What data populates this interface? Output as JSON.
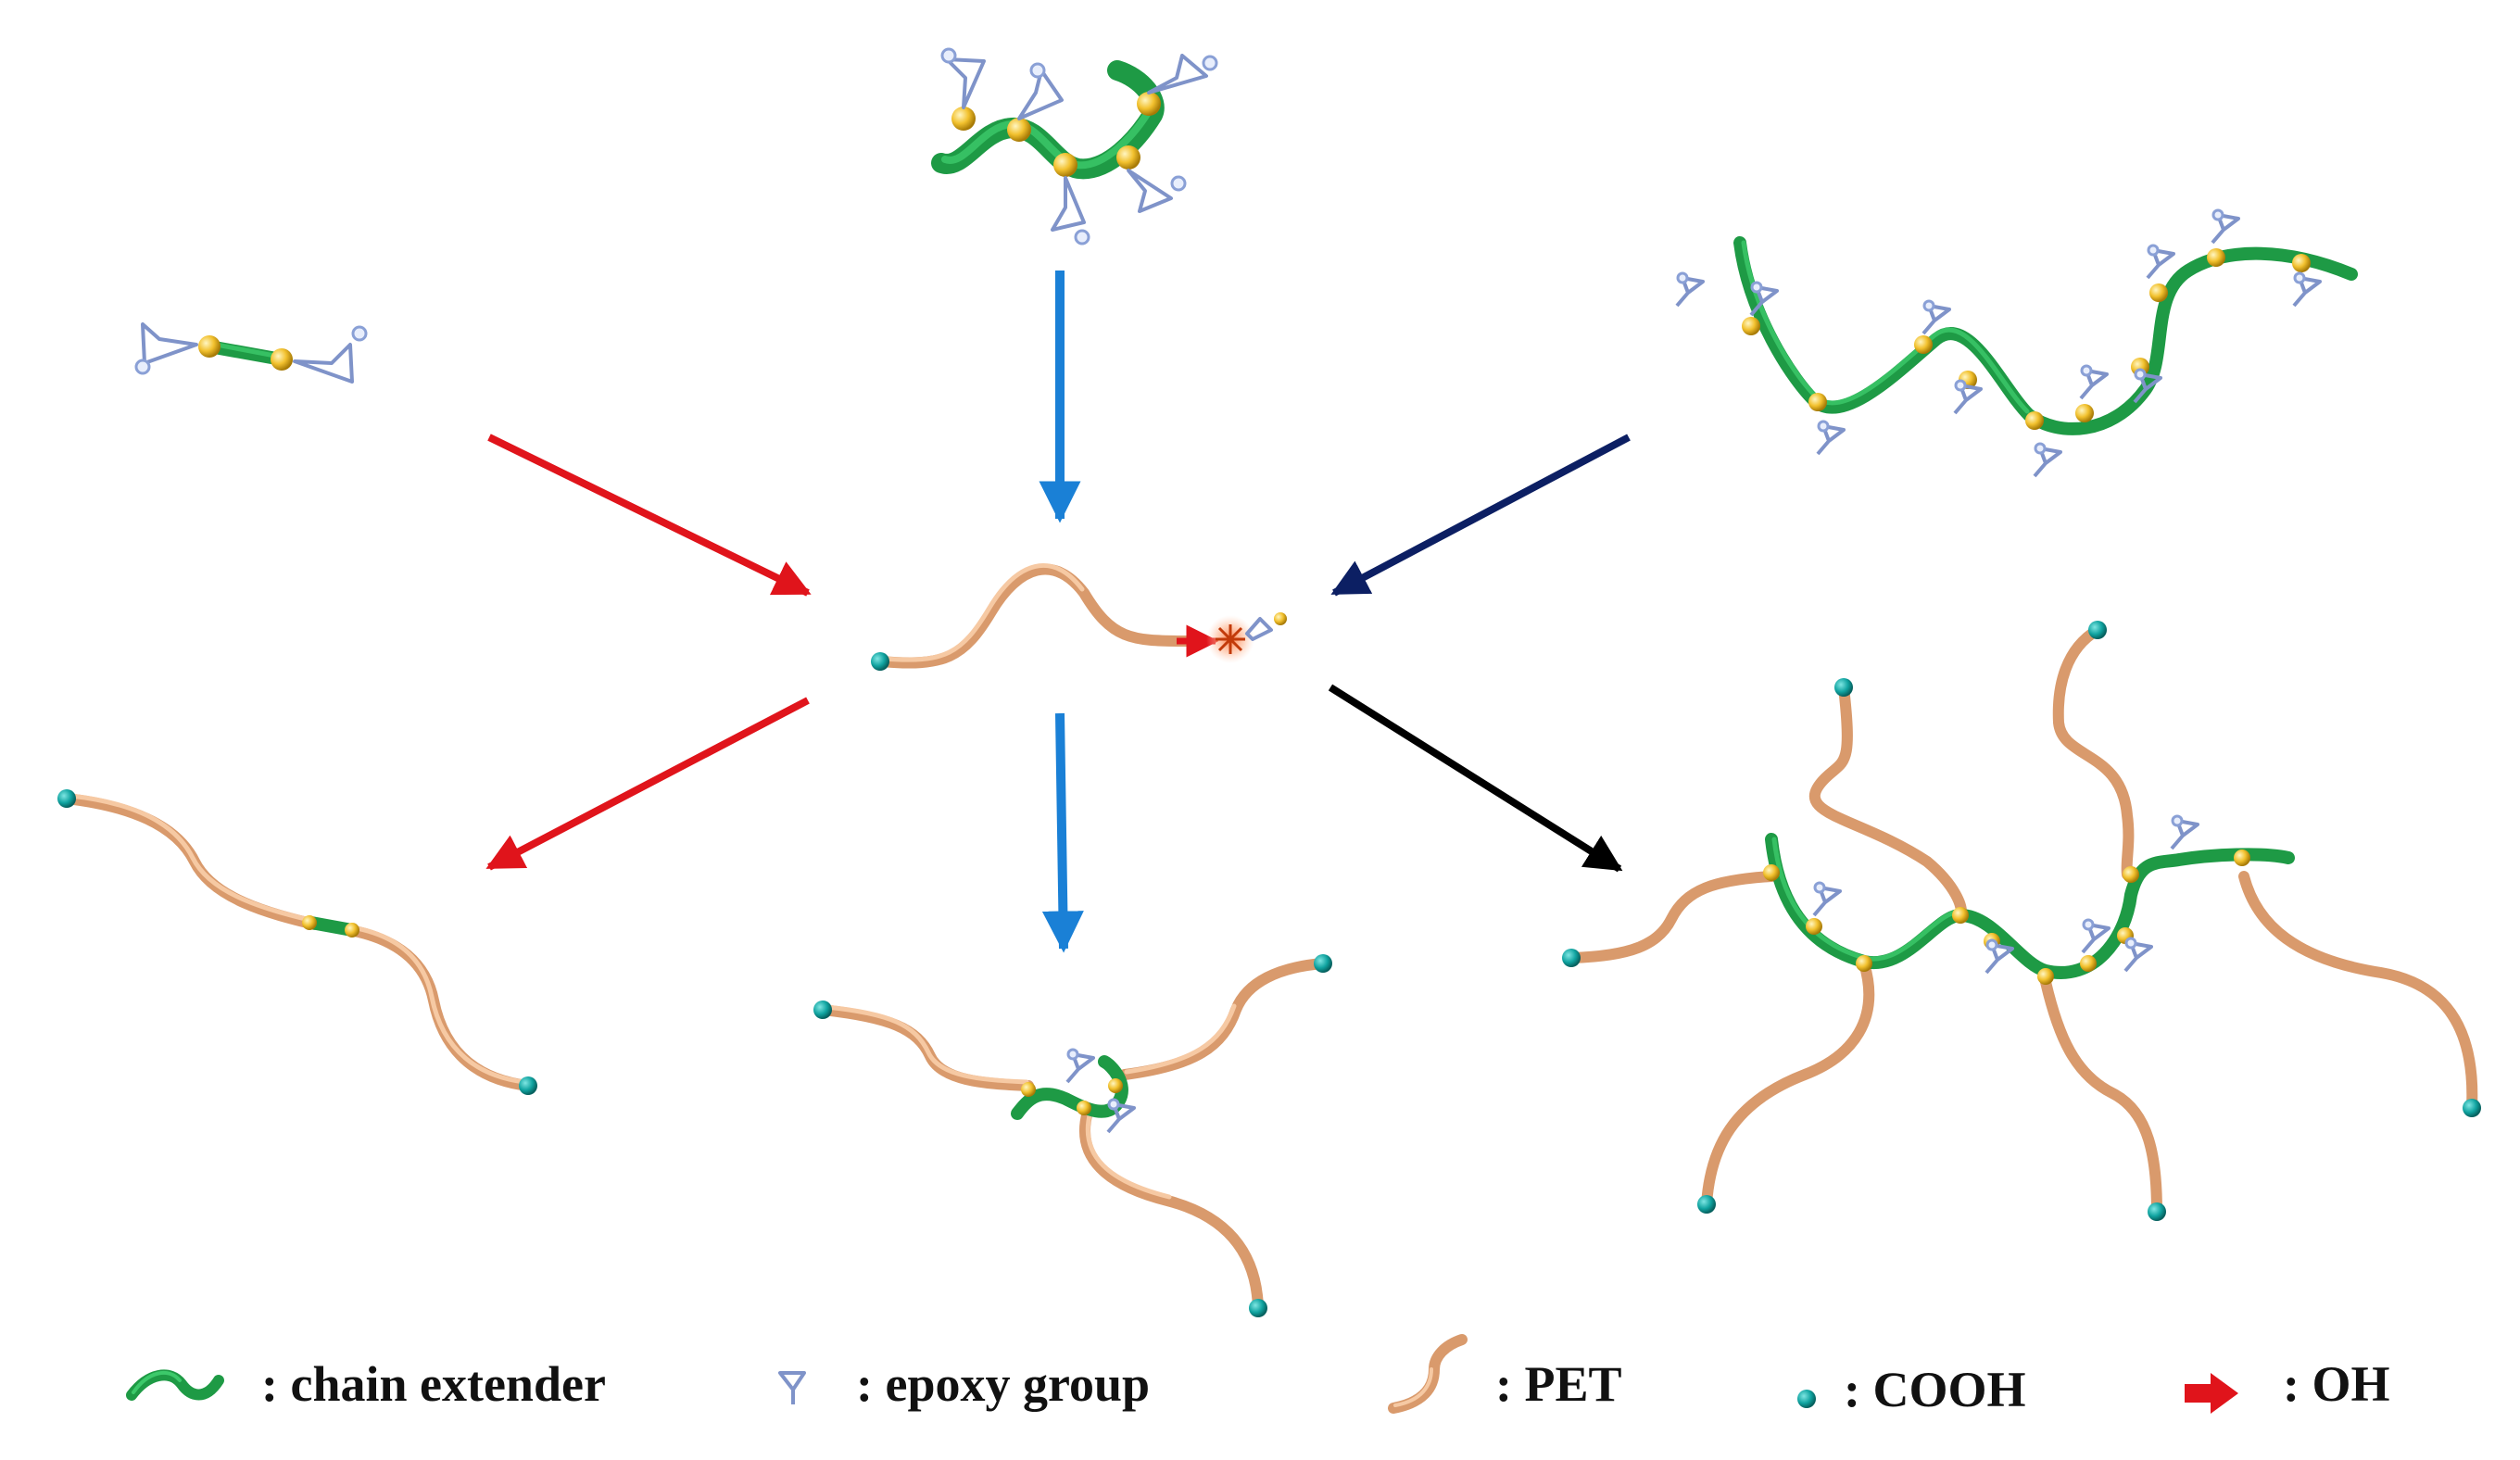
{
  "legend": {
    "chain_extender": ": chain extender",
    "epoxy_group": ": epoxy group",
    "pet": ": PET",
    "cooh": ": COOH",
    "oh": ": OH"
  },
  "colors": {
    "chain_extender": "#1e9a45",
    "epoxy_group": "#7f93c9",
    "pet": "#f0b78a",
    "cooh": "#10a3a0",
    "oh": "#e0141b",
    "arrow_red": "#e0141b",
    "arrow_blue": "#1a80d6",
    "arrow_navy": "#0c1f63",
    "arrow_black": "#000000",
    "node": "#f2c12e"
  },
  "icons": {
    "chain_extender": "green-wave-icon",
    "epoxy_group": "epoxy-icon",
    "pet": "pet-chain-icon",
    "cooh": "cooh-dot-icon",
    "oh": "oh-arrow-icon"
  }
}
